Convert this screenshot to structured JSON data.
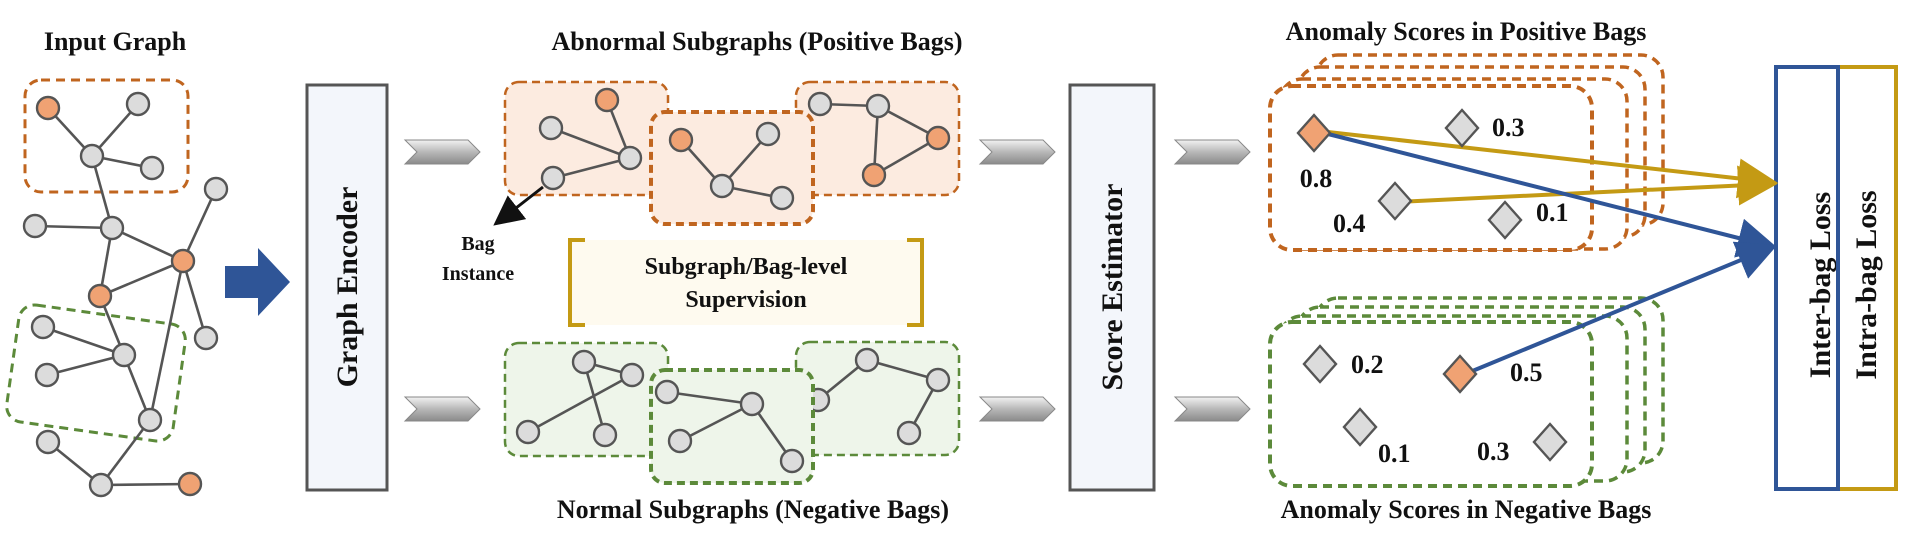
{
  "input_graph": {
    "title": "Input Graph"
  },
  "graph_encoder": {
    "label": "Graph Encoder"
  },
  "positive_bags": {
    "title": "Abnormal Subgraphs (Positive Bags)"
  },
  "negative_bags": {
    "title": "Normal Subgraphs (Negative Bags)"
  },
  "bag_instance": {
    "line1": "Bag",
    "line2": "Instance"
  },
  "supervision": {
    "line1": "Subgraph/Bag-level",
    "line2": "Supervision"
  },
  "score_estimator": {
    "label": "Score Estimator"
  },
  "positive_scores": {
    "title": "Anomaly Scores in Positive Bags",
    "scores": [
      "0.8",
      "0.3",
      "0.4",
      "0.1"
    ]
  },
  "negative_scores": {
    "title": "Anomaly Scores in Negative Bags",
    "scores": [
      "0.2",
      "0.5",
      "0.1",
      "0.3"
    ]
  },
  "losses": {
    "inter": "Inter-bag Loss",
    "intra": "Intra-bag Loss"
  },
  "colors": {
    "abnormal_orange": "#c0651f",
    "normal_green": "#5c8a3a",
    "node_orange": "#f0a273",
    "node_grey": "#dcdcdc",
    "arrow_blue": "#2f5597",
    "gold": "#c49a14",
    "panel_fill": "#f3f6fb"
  }
}
